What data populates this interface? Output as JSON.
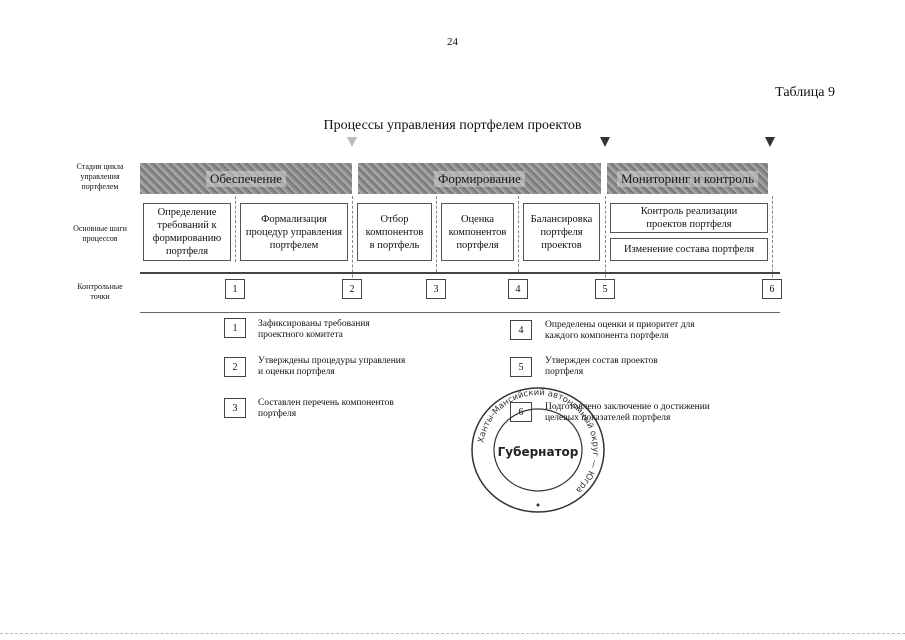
{
  "page_number": "24",
  "table_label": "Таблица 9",
  "title": "Процессы управления портфелем проектов",
  "row_labels": {
    "stages": [
      "Стадии цикла",
      "управления",
      "портфелем"
    ],
    "steps": [
      "Основные шаги",
      "процессов"
    ],
    "checkpoints": [
      "Контрольные",
      "точки"
    ]
  },
  "stages": [
    "Обеспечение",
    "Формирование",
    "Мониторинг и контроль"
  ],
  "steps": [
    [
      "Определение",
      "требований к",
      "формированию",
      "портфеля"
    ],
    [
      "Формализация",
      "процедур управления",
      "портфелем"
    ],
    [
      "Отбор",
      "компонентов",
      "в портфель"
    ],
    [
      "Оценка",
      "компонентов",
      "портфеля"
    ],
    [
      "Балансировка",
      "портфеля",
      "проектов"
    ],
    [
      "Контроль реализации",
      "проектов портфеля"
    ],
    [
      "Изменение состава портфеля"
    ]
  ],
  "checkpoints": [
    "1",
    "2",
    "3",
    "4",
    "5",
    "6"
  ],
  "legend": [
    {
      "num": "1",
      "text": [
        "Зафиксированы требования",
        "проектного комитета"
      ]
    },
    {
      "num": "2",
      "text": [
        "Утверждены процедуры управления",
        "и оценки портфеля"
      ]
    },
    {
      "num": "3",
      "text": [
        "Составлен перечень компонентов",
        "портфеля"
      ]
    },
    {
      "num": "4",
      "text": [
        "Определены оценки и приоритет для",
        "каждого компонента портфеля"
      ]
    },
    {
      "num": "5",
      "text": [
        "Утвержден состав проектов",
        "портфеля"
      ]
    },
    {
      "num": "6",
      "text": [
        "Подготовлено заключение о достижении",
        "целевых показателей портфеля"
      ]
    }
  ],
  "seal": {
    "center_text": "Губернатор",
    "ring_text": "Ханты-Мансийский автономный округ — Югра"
  }
}
